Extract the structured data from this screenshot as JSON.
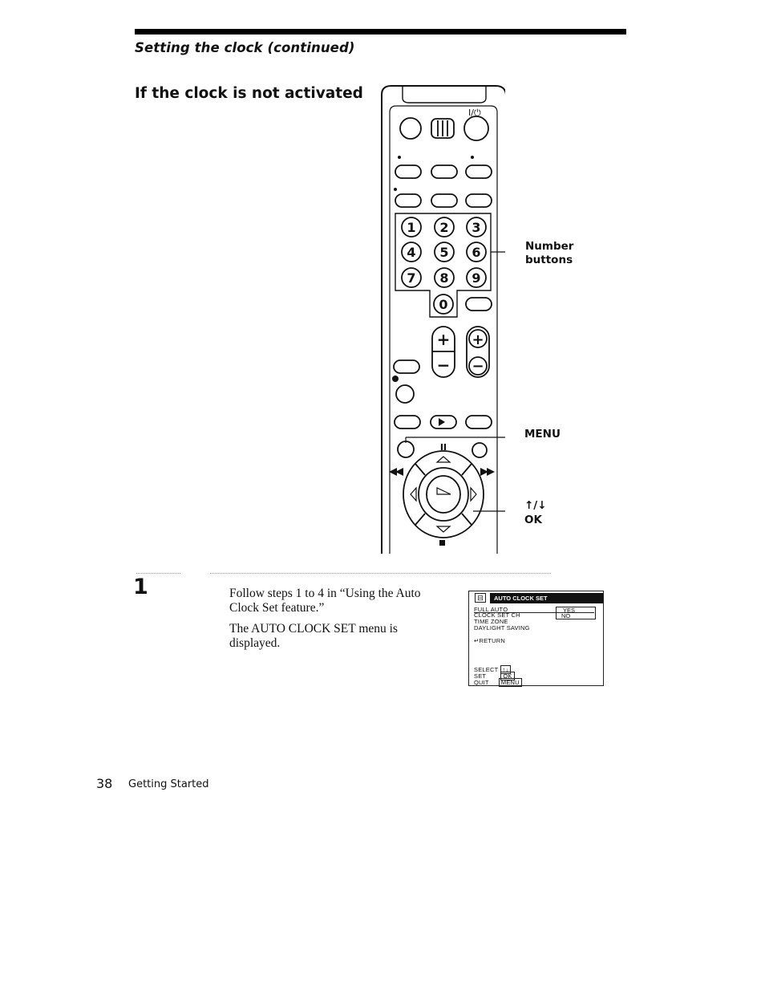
{
  "header": {
    "running_title": "Setting the clock (continued)"
  },
  "section": {
    "title": "If the clock is not activated"
  },
  "remote": {
    "power_label": "I/⏻",
    "number_keys": [
      "1",
      "2",
      "3",
      "4",
      "5",
      "6",
      "7",
      "8",
      "9",
      "0"
    ],
    "plus_symbol": "+",
    "minus_symbol": "−",
    "pause_symbol": "II"
  },
  "callouts": {
    "number_buttons_line1": "Number",
    "number_buttons_line2": "buttons",
    "menu": "MENU",
    "arrows": "↑/↓",
    "ok": "OK"
  },
  "step": {
    "number": "1",
    "paragraph1": "Follow steps 1 to 4 in “Using the Auto Clock Set feature.”",
    "paragraph2": "The AUTO CLOCK SET menu is displayed."
  },
  "osd": {
    "title": "AUTO CLOCK SET",
    "items": [
      {
        "label": "FULL AUTO",
        "value": "YES"
      },
      {
        "label": "CLOCK SET CH",
        "value": "NO"
      },
      {
        "label": "TIME ZONE",
        "value": ""
      },
      {
        "label": "DAYLIGHT SAVING",
        "value": ""
      }
    ],
    "return_label": "↵RETURN",
    "controls": [
      {
        "label": "SELECT",
        "key": "↑↓"
      },
      {
        "label": "SET",
        "key": "OK"
      },
      {
        "label": "QUIT",
        "key": "MENU"
      }
    ]
  },
  "footer": {
    "page_number": "38",
    "section_name": "Getting Started"
  }
}
